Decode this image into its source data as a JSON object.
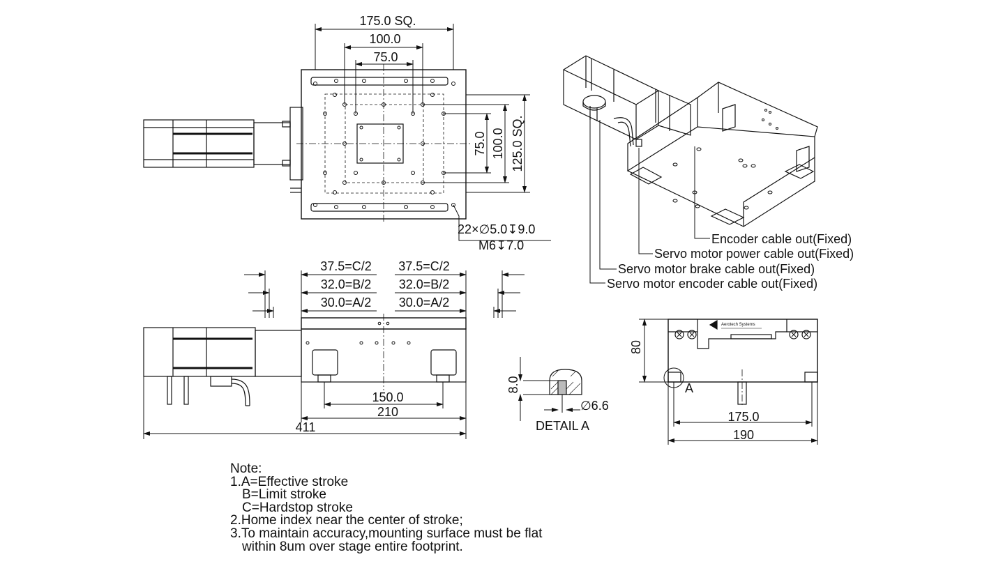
{
  "top_view": {
    "dim_width": "175.0 SQ.",
    "dim_holes_outer": "100.0",
    "dim_holes_inner": "75.0",
    "dim_right_inner": "75.0",
    "dim_right_outer": "100.0",
    "dim_right_sq": "125.0 SQ.",
    "hole_callout_1": "22×∅5.0↧9.0",
    "hole_callout_2": "M6↧7.0"
  },
  "stroke_dims": {
    "left": [
      "37.5=C/2",
      "32.0=B/2",
      "30.0=A/2"
    ],
    "right": [
      "37.5=C/2",
      "32.0=B/2",
      "30.0=A/2"
    ]
  },
  "side_view": {
    "dim_base_holes": "150.0",
    "dim_base_width": "210",
    "dim_total_length": "411"
  },
  "detail": {
    "dim_height": "8.0",
    "dim_hole": "∅6.6",
    "label": "DETAIL A"
  },
  "end_view": {
    "dim_height": "80",
    "detail_marker": "A",
    "dim_holes": "175.0",
    "dim_width": "190",
    "logo_text": "Aerotech Systems"
  },
  "iso_callouts": [
    "Encoder cable out(Fixed)",
    "Servo motor power cable out(Fixed)",
    "Servo motor brake cable out(Fixed)",
    "Servo motor encoder cable out(Fixed)"
  ],
  "notes": {
    "title": "Note:",
    "line1": "1.A=Effective stroke",
    "line2": "B=Limit stroke",
    "line3": "C=Hardstop stroke",
    "line4": "2.Home index near the center of stroke;",
    "line5": "3.To maintain accuracy,mounting surface must be flat",
    "line6": "within 8um over stage entire footprint."
  }
}
